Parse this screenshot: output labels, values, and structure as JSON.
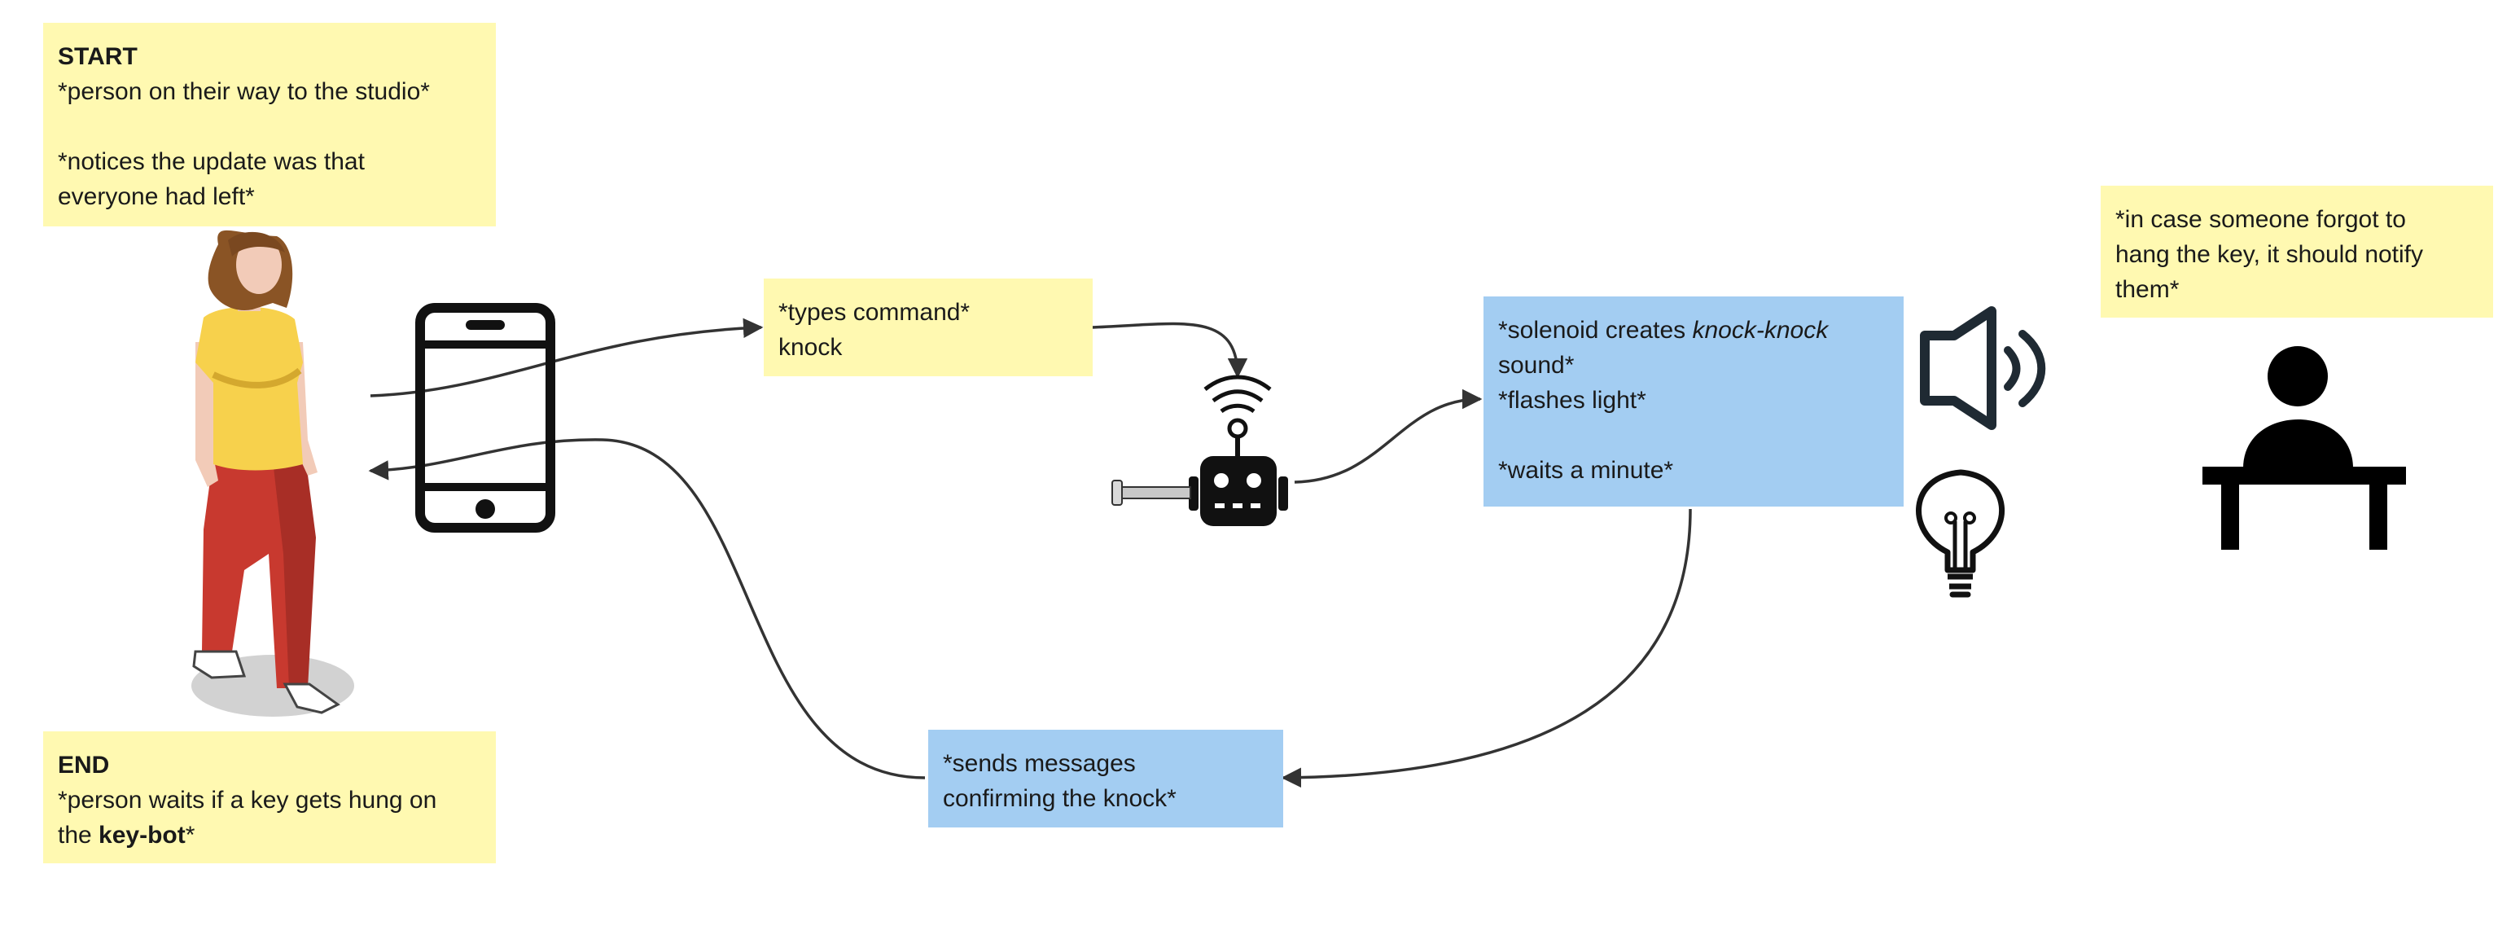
{
  "notes": {
    "start": {
      "title": "START",
      "line1": "*person on their way to the studio*",
      "line2": "*notices the update was that",
      "line3": "everyone had left*"
    },
    "end": {
      "title": "END",
      "line1": "*person waits if a key gets hung on",
      "line2_pre": "the ",
      "line2_bold": "key-bot",
      "line2_post": "*"
    },
    "command": {
      "line1": "*types command*",
      "line2": "knock"
    },
    "solenoid": {
      "line1_pre": "*solenoid creates ",
      "line1_italic": "knock-knock",
      "line2": "sound*",
      "line3": "*flashes light*",
      "line4": "*waits a minute*"
    },
    "confirm": {
      "line1": "*sends messages",
      "line2": "confirming the knock*"
    },
    "notify": {
      "line1": "*in case someone forgot to",
      "line2": "hang the key, it should notify",
      "line3": "them*"
    }
  },
  "icons": [
    "person-walking-illustration",
    "smartphone-icon",
    "robot-icon",
    "speaker-icon",
    "lightbulb-icon",
    "person-at-desk-icon"
  ],
  "colors": {
    "yellow_note": "#fff9b1",
    "blue_note": "#a3cdf2",
    "connector": "#333333",
    "icon": "#111111"
  }
}
